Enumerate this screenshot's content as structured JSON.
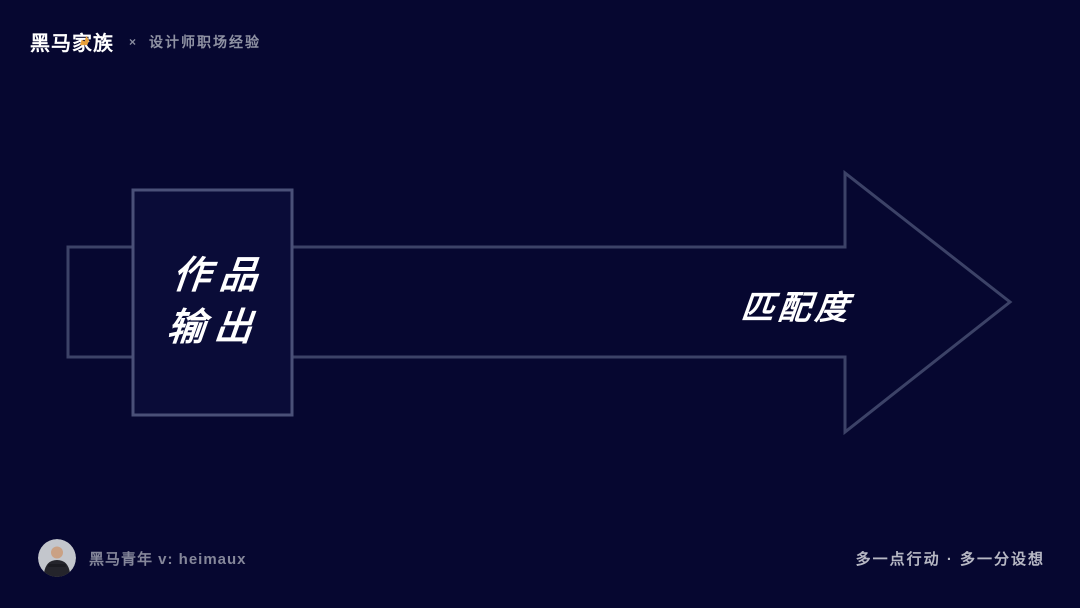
{
  "header": {
    "logo": "黑马家族",
    "separator": "×",
    "subtitle": "设计师职场经验"
  },
  "diagram": {
    "box_line1": "作品",
    "box_line2": "输出",
    "arrow_label": "匹配度",
    "icons": {
      "arrow_shape": "right-arrow-outline",
      "box_shape": "rectangle-outline"
    }
  },
  "footer": {
    "author": "黑马青年 v: heimaux",
    "slogan": "多一点行动 · 多一分设想",
    "avatar": "man-portrait-avatar"
  },
  "colors": {
    "background": "#060730",
    "line": "#3c4267",
    "box_fill": "#0a0c38",
    "box_border": "#4a5078",
    "accent_orange": "#e8a03a",
    "text_white": "#ffffff",
    "text_gray": "#8f92a3",
    "text_soft": "#b7b8c4"
  }
}
